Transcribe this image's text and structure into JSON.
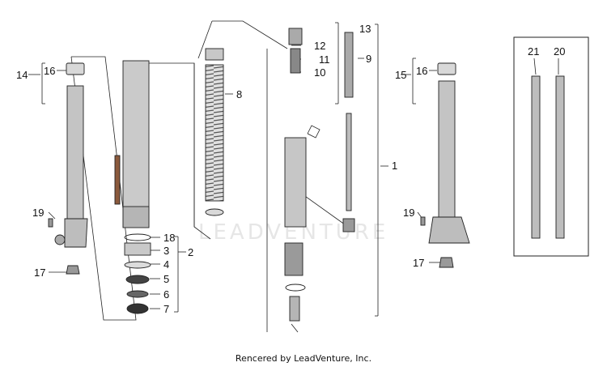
{
  "diagram": {
    "callouts": {
      "c1": "1",
      "c2": "2",
      "c3": "3",
      "c4": "4",
      "c5": "5",
      "c6": "6",
      "c7": "7",
      "c8": "8",
      "c9": "9",
      "c10": "10",
      "c11": "11",
      "c12": "12",
      "c13": "13",
      "c14": "14",
      "c15": "15",
      "c16a": "16",
      "c16b": "16",
      "c17a": "17",
      "c17b": "17",
      "c18": "18",
      "c19a": "19",
      "c19b": "19",
      "c20": "20",
      "c21": "21"
    },
    "watermark": "LEADVENTURE",
    "footer": "Rencered by LeadVenture, Inc."
  },
  "colors": {
    "line": "#1a1a1a",
    "part": "#bdbdbd",
    "accent": "#8b5a3c"
  }
}
